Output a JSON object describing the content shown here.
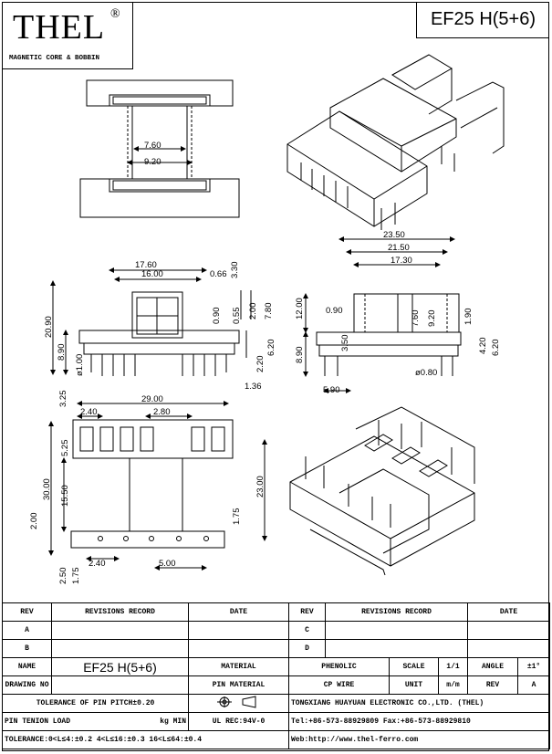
{
  "header": {
    "brand": "THEL",
    "registered": "®",
    "subtitle": "MAGNETIC CORE & BOBBIN",
    "part": "EF25 H(5+6)"
  },
  "dimensions": {
    "top_inner": "7.60",
    "top_outer": "9.20",
    "front_17_60": "17.60",
    "front_16_00": "16.00",
    "front_0_66": "0.66",
    "front_3_30": "3.30",
    "front_0_90": "0.90",
    "front_0_55": "0.55",
    "front_2_00": "2.00",
    "front_7_80": "7.80",
    "front_20_90": "20.90",
    "front_8_90": "8.90",
    "front_phi": "ø1.00",
    "front_6_20": "6.20",
    "front_2_20": "2.20",
    "front_1_36": "1.36",
    "side_23_50": "23.50",
    "side_21_50": "21.50",
    "side_17_30": "17.30",
    "side_12_00": "12.00",
    "side_0_90": "0.90",
    "side_7_60": "7.60",
    "side_9_20": "9.20",
    "side_1_90": "1.90",
    "side_8_90": "8.90",
    "side_3_50": "3.50",
    "side_4_20": "4.20",
    "side_6_20": "6.20",
    "side_phi": "ø0.80",
    "side_5_90": "5.90",
    "bottom_29_00": "29.00",
    "bottom_2_40": "2.40",
    "bottom_2_80": "2.80",
    "bottom_3_25": "3.25",
    "bottom_5_25": "5.25",
    "bottom_30_00": "30.00",
    "bottom_15_50": "15.50",
    "bottom_2_00": "2.00",
    "bottom_23_00": "23.00",
    "bottom_1_75": "1.75",
    "bottom_2_40b": "2.40",
    "bottom_5_00": "5.00",
    "bottom_2_50": "2.50",
    "bottom_1_75b": "1.75"
  },
  "title_block": {
    "rev": "REV",
    "revisions_record": "REVISIONS RECORD",
    "date": "DATE",
    "rev_a": "A",
    "rev_b": "B",
    "rev_c": "C",
    "rev_d": "D",
    "name_label": "NAME",
    "name_value": "EF25 H(5+6)",
    "material_label": "MATERIAL",
    "material_value": "PHENOLIC",
    "scale_label": "SCALE",
    "scale_value": "1/1",
    "angle_label": "ANGLE",
    "angle_value": "±1°",
    "drawing_no_label": "DRAWING NO",
    "pin_material_label": "PIN MATERIAL",
    "pin_material_value": "CP WIRE",
    "unit_label": "UNIT",
    "unit_value": "m/m",
    "rev_label": "REV",
    "rev_value": "A",
    "tolerance_pitch": "TOLERANCE OF PIN PITCH±0.20",
    "company": "TONGXIANG HUAYUAN ELECTRONIC CO.,LTD.  (THEL)",
    "pin_tension_label": "PIN TENION LOAD",
    "pin_tension_unit": "kg MIN",
    "ul_rec": "UL REC:94V-0",
    "tel": "Tel:+86-573-88929809 Fax:+86-573-88929810",
    "tolerance": "TOLERANCE:0<L≤4:±0.2   4<L≤16:±0.3   16<L≤64:±0.4",
    "web": "Web:http://www.thel-ferro.com"
  }
}
